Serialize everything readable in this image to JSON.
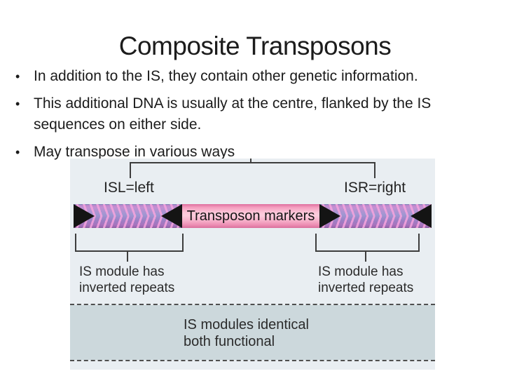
{
  "slide": {
    "title": "Composite Transposons",
    "bullet_char": "•",
    "bullets": [
      "In addition to the IS, they contain other genetic information.",
      "This additional DNA is usually at the centre, flanked by the IS sequences on either side.",
      "May transpose in various ways"
    ]
  },
  "diagram": {
    "left_is_label": "ISL=left",
    "right_is_label": "ISR=right",
    "bar_center_label": "Transposon markers",
    "left_caption": {
      "line1": "IS module has",
      "line2": "inverted repeats"
    },
    "right_caption": {
      "line1": "IS module has",
      "line2": "inverted repeats"
    },
    "band_caption": {
      "line1": "IS modules identical",
      "line2": "both functional"
    },
    "colors": {
      "panel_bg": "#e9eef2",
      "band_bg": "#ccd8dc",
      "pink_segment": "#f8bcd2",
      "purple_module": "#a37fc6",
      "hatch_stripe": "#f3a2dc",
      "arrow_black": "#141414",
      "bracket_line": "#3d3d3d",
      "text_dark": "#1c1c1c"
    }
  }
}
